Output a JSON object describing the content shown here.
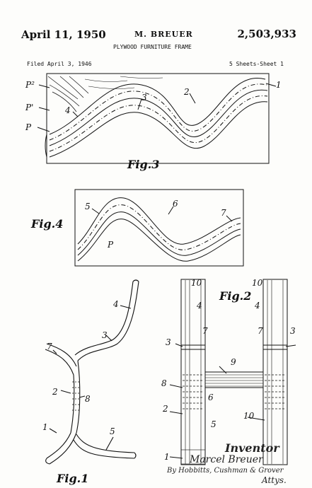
{
  "header": {
    "date": "April 11, 1950",
    "inventor_name": "M. BREUER",
    "patent_number": "2,503,933",
    "title": "PLYWOOD FURNITURE FRAME",
    "filed": "Filed April 3, 1946",
    "sheets": "5 Sheets-Sheet 1"
  },
  "figures": {
    "fig3": "Fig.3",
    "fig4": "Fig.4",
    "fig1": "Fig.1",
    "fig2": "Fig.2"
  },
  "refs": {
    "fig3": {
      "p2": "P²",
      "p1": "P'",
      "p": "P",
      "r1": "1",
      "r2": "2",
      "r3": "3",
      "r4": "4"
    },
    "fig4": {
      "r5": "5",
      "r6": "6",
      "r7": "7",
      "p": "P"
    },
    "fig1": {
      "r1": "1",
      "r2": "2",
      "r3": "3",
      "r4": "4",
      "r5": "5",
      "r7": "7",
      "r8": "8"
    },
    "fig2": {
      "r10a": "10",
      "r4a": "4",
      "r3a": "3",
      "r7a": "7",
      "r8": "8",
      "r6": "6",
      "r2": "2",
      "r5": "5",
      "r1": "1",
      "r10b": "10",
      "r4b": "4",
      "r7b": "7",
      "r3b": "3",
      "r9": "9",
      "r10c": "10"
    }
  },
  "signature": {
    "label": "Inventor",
    "name": "Marcel Breuer",
    "by": "By Hobbitts, Cushman & Grover",
    "attys": "Attys."
  }
}
